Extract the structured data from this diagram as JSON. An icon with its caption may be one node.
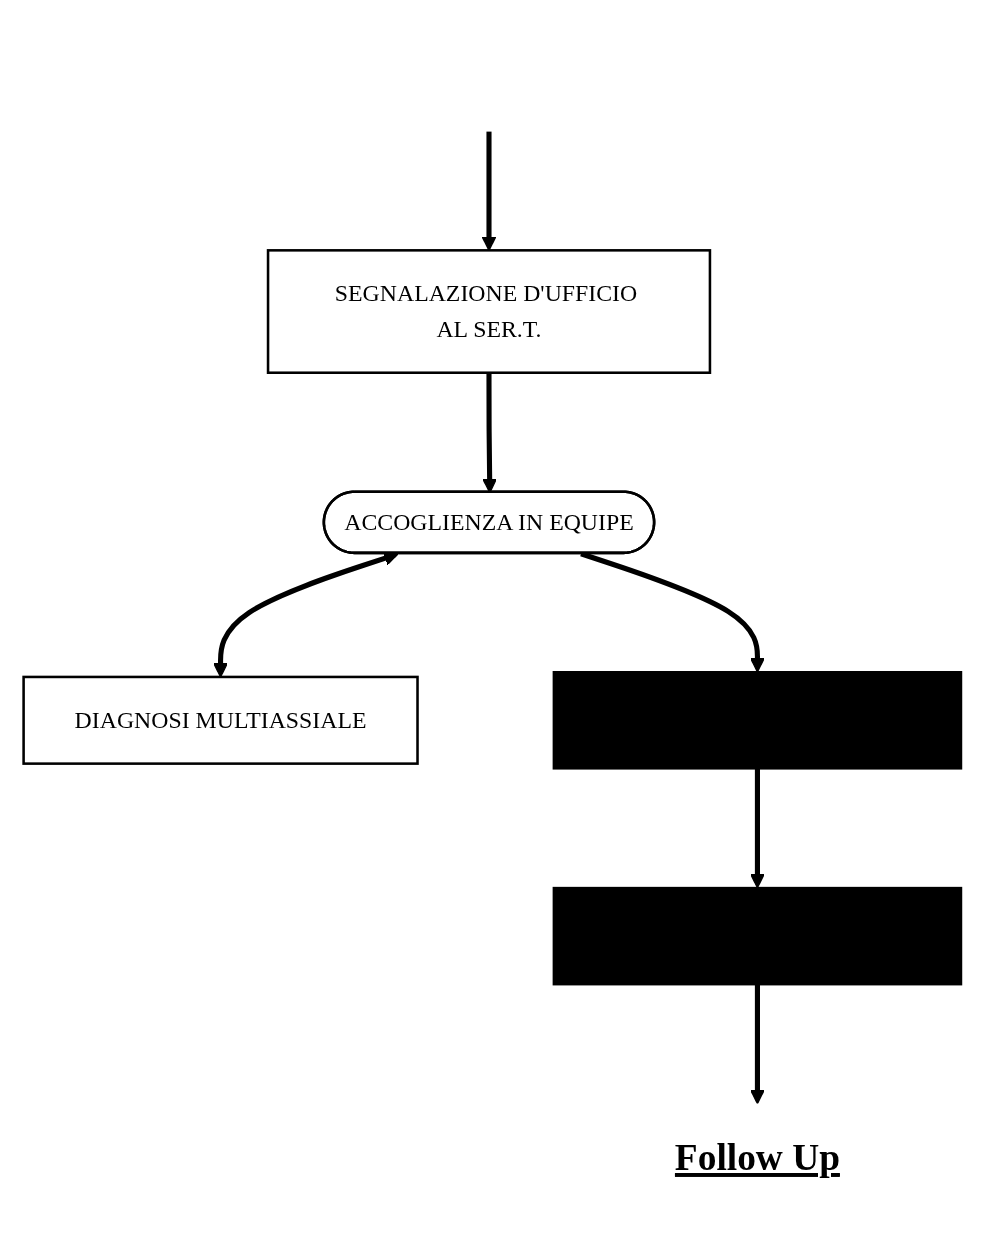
{
  "diagram": {
    "nodes": [
      {
        "text": [
          "SEGNALAZIONE D'UFFICIO AL SER.T."
        ]
      },
      {
        "text": [
          "ACCOGLIENZA IN EQUIPE"
        ]
      },
      {
        "text": [
          "DIAGNOSI MULTIASSIALE"
        ]
      },
      {
        "text": [],
        "shape": "bar"
      },
      {
        "text": [],
        "shape": "bar"
      },
      {
        "text": [
          "Follow Up"
        ]
      }
    ],
    "edges": [
      {
        "from": null,
        "to": 0,
        "arrow": "to"
      },
      {
        "from": 0,
        "to": 1,
        "arrow": "to"
      },
      {
        "from": 1,
        "to": 2,
        "arrow": "both"
      },
      {
        "from": 1,
        "to": 3,
        "arrow": "to"
      },
      {
        "from": 3,
        "to": 4,
        "arrow": "to"
      },
      {
        "from": 4,
        "to": 5,
        "arrow": "to"
      }
    ]
  }
}
